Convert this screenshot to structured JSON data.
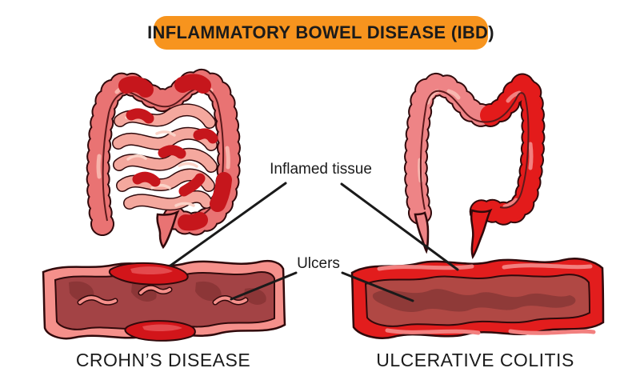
{
  "title": {
    "banner_label": "INFLAMMATORY BOWEL DISEASE (IBD)"
  },
  "labels": {
    "inflamed_tissue": "Inflamed tissue",
    "ulcers": "Ulcers"
  },
  "captions": {
    "left": "CROHN’S DISEASE",
    "right": "ULCERATIVE COLITIS"
  },
  "colors": {
    "banner_orange": "#F7941E",
    "text_dark": "#1B1B1B",
    "line_black": "#1A1A1A",
    "outline": "#30090B",
    "inner_line": "#5C191B",
    "colon_pink": "#E97373",
    "colon_highlight": "#F8B3AB",
    "small_intestine": "#F4A89E",
    "si_highlight": "#FBD3C8",
    "inflamed_red": "#C6161C",
    "uc_pink": "#EE8486",
    "uc_pink_highlight": "#F8B7B0",
    "uc_red": "#E31B1B",
    "uc_red_highlight": "#F2807F",
    "tissue_left_border": "#F5908B",
    "tissue_left_inner": "#A34345",
    "tissue_left_dark": "#8C3637",
    "tissue_red_patch": "#D2151A",
    "tissue_red_highlight": "#E4494D",
    "tissue_right_border": "#E21D1D",
    "tissue_right_inner": "#B04844",
    "tissue_right_dark": "#8F3A38"
  }
}
